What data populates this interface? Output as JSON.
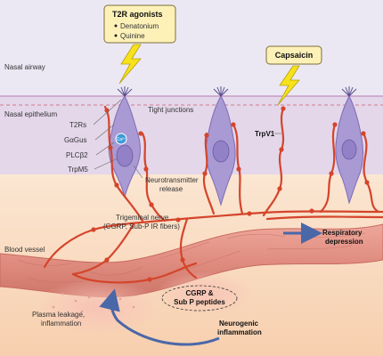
{
  "regions": {
    "airway": "Nasal airway",
    "epithelium": "Nasal epithelium",
    "tight_junctions": "Tight junctions",
    "blood_vessel": "Blood vessel"
  },
  "agonists_box": {
    "title": "T2R agonists",
    "items": [
      "Denatonium",
      "Quinine"
    ]
  },
  "capsaicin_box": "Capsaicin",
  "cell_labels": {
    "t2rs": "T2Rs",
    "gagus": "GαGus",
    "plcb2": "PLCβ2",
    "ca": "Ca²⁺",
    "trpm5": "TrpM5",
    "trpv1": "TrpV1",
    "neurotransmitter_line1": "Neurotransmitter",
    "neurotransmitter_line2": "release"
  },
  "nerve": {
    "line1": "Trigeminal nerve",
    "line2": "(CGRP, Sub-P IR fibers)"
  },
  "respiratory": {
    "line1": "Respiratory",
    "line2": "depression"
  },
  "leak": {
    "line1": "Plasma leakage,",
    "line2": "inflammation"
  },
  "peptides": {
    "line1": "CGRP &",
    "line2": "Sub P peptides"
  },
  "neurogenic": {
    "line1": "Neurogenic",
    "line2": "inflammation"
  },
  "colors": {
    "airway": "#ece8f3",
    "epithelium": "#e4d7ea",
    "tissue": "#f9ddc4",
    "vessel": "#e7998e",
    "cell": "#a99ad4",
    "nerve": "#d4452b",
    "arrow_blue": "#4a67a8",
    "box_yellow": "#fdf1b8",
    "bolt": "#f7e21b"
  }
}
